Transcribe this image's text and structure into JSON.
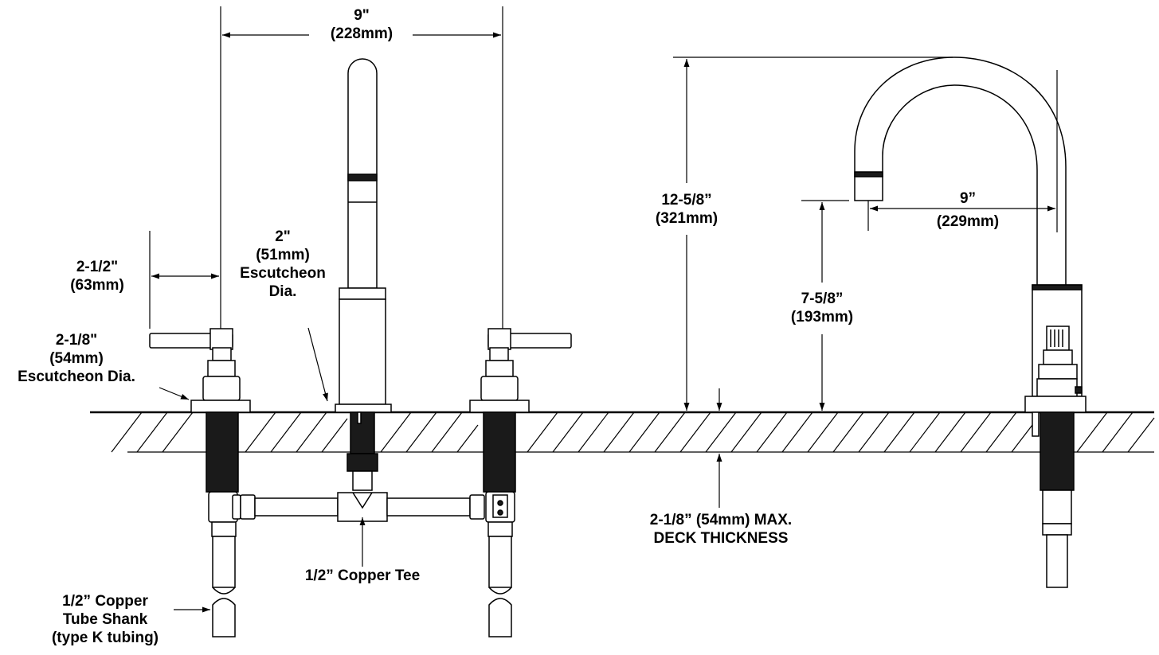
{
  "dimensions": {
    "handle_spread_in": "9\"",
    "handle_spread_mm": "(228mm)",
    "handle_length_in": "2-1/2\"",
    "handle_length_mm": "(63mm)",
    "handle_escutcheon_in": "2-1/8\"",
    "handle_escutcheon_mm": "(54mm)",
    "handle_escutcheon_text": "Escutcheon Dia.",
    "spout_escutcheon_in": "2\"",
    "spout_escutcheon_mm": "(51mm)",
    "spout_escutcheon_line1": "Escutcheon",
    "spout_escutcheon_line2": "Dia.",
    "overall_height_in": "12-5/8”",
    "overall_height_mm": "(321mm)",
    "spout_height_in": "7-5/8”",
    "spout_height_mm": "(193mm)",
    "spout_reach_in": "9”",
    "spout_reach_mm": "(229mm)",
    "deck_line1": "2-1/8” (54mm) MAX.",
    "deck_line2": "DECK THICKNESS",
    "copper_tee": "1/2” Copper Tee",
    "shank_line1": "1/2” Copper",
    "shank_line2": "Tube Shank",
    "shank_line3": "(type K tubing)"
  }
}
